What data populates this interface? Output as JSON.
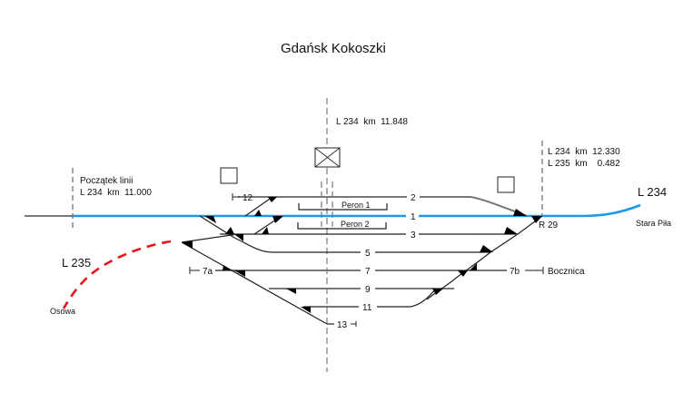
{
  "title": "Gdańsk Kokoszki",
  "colors": {
    "main_line": "#1a9ae8",
    "branch_line": "#e8141a",
    "track": "#222222"
  },
  "km_markers": {
    "start": {
      "line1": "Początek linii",
      "line2": "L 234  km  11.000"
    },
    "center": {
      "line1": "L 234  km  11.848"
    },
    "end": {
      "line1": "L 234  km  12.330",
      "line2": "L 235  km    0.482"
    }
  },
  "lines": {
    "l234": "L 234",
    "l235": "L 235",
    "stara_pila": "Stara Piła",
    "osowa": "Osowa"
  },
  "tracks": {
    "t1": "1",
    "t2": "2",
    "t3": "3",
    "t5": "5",
    "t7": "7",
    "t9": "9",
    "t11": "11",
    "t12": "12",
    "t13": "13",
    "t7a": "7a",
    "t7b": "7b"
  },
  "platforms": {
    "p1": "Peron 1",
    "p2": "Peron 2"
  },
  "signals": {
    "r29": "R 29"
  },
  "siding": "Bocznica"
}
